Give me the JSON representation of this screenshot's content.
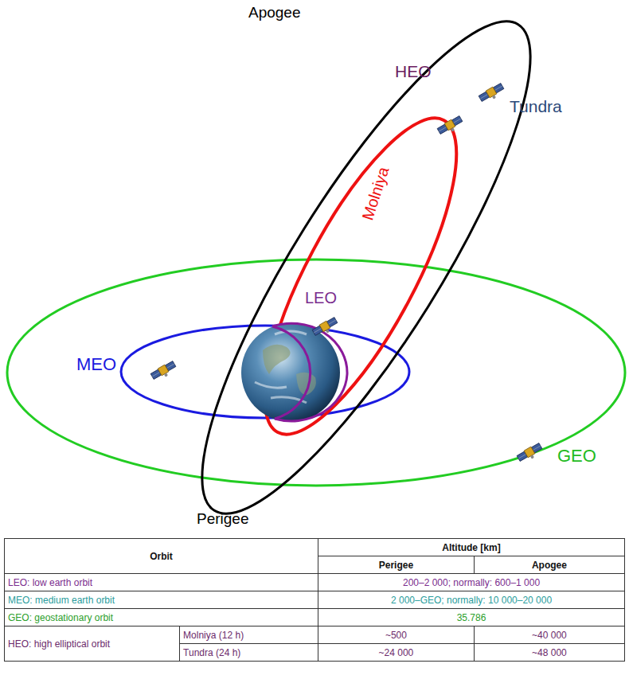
{
  "diagram": {
    "labels": [
      "Apogee",
      "HEO",
      "Tundra",
      "Molniya",
      "LEO",
      "MEO",
      "GEO",
      "Perigee",
      "Orbit",
      "Altitude [km]",
      "Perigee",
      "Apogee",
      "LEO: low earth orbit",
      "200–2 000; normally: 600–1 000",
      "MEO: medium earth orbit",
      "2 000–GEO; normally: 10 000–20 000",
      "GEO: geostationary orbit",
      "35.786",
      "HEO: high elliptical orbit",
      "Molniya (12 h)",
      "~500",
      "~40 000",
      "Tundra (24 h)",
      "~24 000",
      "~48 000"
    ]
  }
}
